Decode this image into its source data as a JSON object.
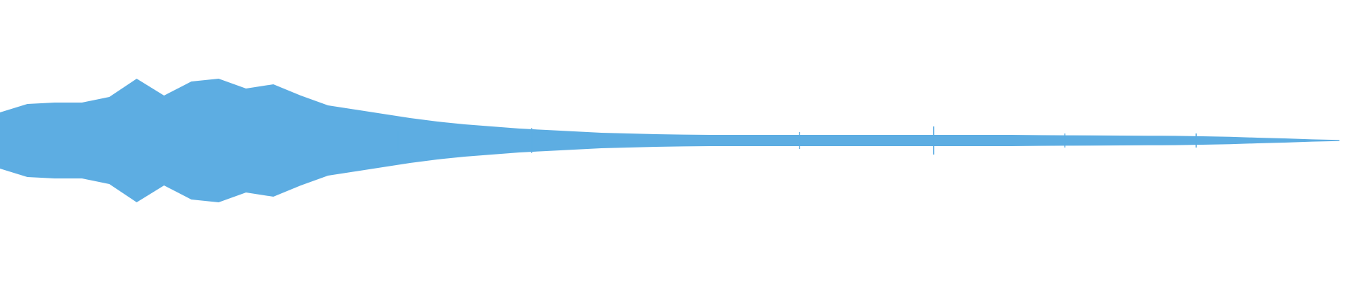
{
  "waveform": {
    "color": "#5dade2",
    "background": "#ffffff",
    "amplitude_envelope": [
      0.2,
      0.26,
      0.27,
      0.27,
      0.31,
      0.44,
      0.32,
      0.42,
      0.44,
      0.37,
      0.4,
      0.32,
      0.25,
      0.22,
      0.19,
      0.16,
      0.135,
      0.115,
      0.1,
      0.085,
      0.075,
      0.065,
      0.055,
      0.05,
      0.045,
      0.042,
      0.04,
      0.04,
      0.04,
      0.04,
      0.04,
      0.04,
      0.04,
      0.04,
      0.04,
      0.04,
      0.04,
      0.04,
      0.038,
      0.037,
      0.036,
      0.035,
      0.034,
      0.033,
      0.03,
      0.026,
      0.02,
      0.015,
      0.008,
      0.004
    ],
    "spikes": [
      {
        "position": 0.297,
        "amplitude": 0.07
      },
      {
        "position": 0.397,
        "amplitude": 0.09
      },
      {
        "position": 0.597,
        "amplitude": 0.06
      },
      {
        "position": 0.697,
        "amplitude": 0.1
      },
      {
        "position": 0.795,
        "amplitude": 0.05
      },
      {
        "position": 0.893,
        "amplitude": 0.05
      }
    ]
  }
}
